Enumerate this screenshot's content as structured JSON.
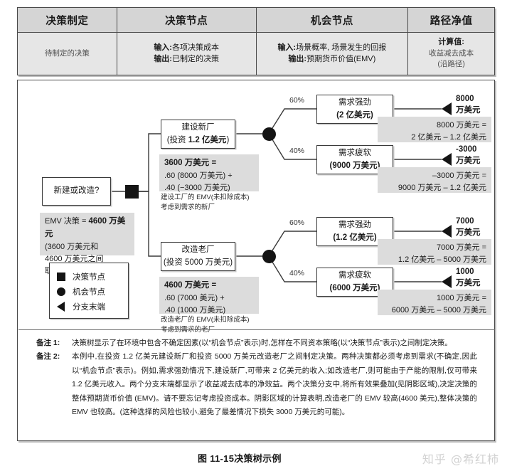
{
  "header": {
    "columns": [
      {
        "title": "决策制定",
        "lines": [
          {
            "text": "待制定的决策",
            "bold": false,
            "muted": true
          }
        ]
      },
      {
        "title": "决策节点",
        "lines": [
          {
            "text": "输入:",
            "bold": true,
            "rest": "各项决策成本"
          },
          {
            "text": "输出:",
            "bold": true,
            "rest": "已制定的决策"
          }
        ]
      },
      {
        "title": "机会节点",
        "lines": [
          {
            "text": "输入:",
            "bold": true,
            "rest": "场景概率, 场景发生的回报"
          },
          {
            "text": "输出:",
            "bold": true,
            "rest": "预期货币价值(EMV)"
          }
        ]
      },
      {
        "title": "路径净值",
        "lines": [
          {
            "text": "计算值:",
            "bold": true,
            "rest": ""
          },
          {
            "text": "收益减去成本",
            "bold": false,
            "rest": ""
          },
          {
            "text": "(沿路径)",
            "bold": false,
            "rest": ""
          }
        ]
      }
    ]
  },
  "tree": {
    "root_box": "新建或改造?",
    "decision_node_label": "decision-node-root",
    "emv_summary": {
      "line1_prefix": "EMV 决策 = ",
      "line1_value": "4600 万美元",
      "line2": "(3600 万美元和",
      "line3": "4600 万美元之间",
      "line4": "取较大者)"
    },
    "legend": {
      "items": [
        {
          "icon": "square-icon",
          "label": "决策节点"
        },
        {
          "icon": "circle-icon",
          "label": "机会节点"
        },
        {
          "icon": "triangle-icon",
          "label": "分支末端"
        }
      ]
    },
    "branches": [
      {
        "id": "build-new",
        "box_line1": "建设新厂",
        "box_line2_prefix": "(投资 ",
        "box_line2_value": "1.2 亿美元",
        "box_line2_suffix": ")",
        "calc_big": "3600 万美元 =",
        "calc_l1": ".60 (8000 万美元) +",
        "calc_l2": ".40 (−3000 万美元)",
        "note1": "建设工厂的 EMV(未扣除成本)",
        "note2": "考虑到需求的新厂",
        "outcomes": [
          {
            "prob": "60%",
            "box_line1": "需求强劲",
            "box_line2": "(2 亿美元)",
            "terminal_l1": "8000",
            "terminal_l2": "万美元",
            "net_l1": "8000 万美元 =",
            "net_l2": "2 亿美元 – 1.2 亿美元"
          },
          {
            "prob": "40%",
            "box_line1": "需求疲软",
            "box_line2": "(9000 万美元)",
            "terminal_l1": "-3000",
            "terminal_l2": "万美元",
            "net_l1": "–3000 万美元 =",
            "net_l2": "9000 万美元 – 1.2 亿美元"
          }
        ]
      },
      {
        "id": "upgrade-old",
        "box_line1": "改造老厂",
        "box_line2_prefix": "(投资 5000 万美元",
        "box_line2_value": "",
        "box_line2_suffix": ")",
        "calc_big": "4600 万美元 =",
        "calc_l1": ".60 (7000 美元) +",
        "calc_l2": ".40 (1000 万美元)",
        "note1": "改造老厂的 EMV(未扣除成本)",
        "note2": "考虑到需求的老厂",
        "outcomes": [
          {
            "prob": "60%",
            "box_line1": "需求强劲",
            "box_line2": "(1.2 亿美元)",
            "terminal_l1": "7000",
            "terminal_l2": "万美元",
            "net_l1": "7000 万美元 =",
            "net_l2": "1.2 亿美元 – 5000 万美元"
          },
          {
            "prob": "40%",
            "box_line1": "需求疲软",
            "box_line2": "(6000 万美元)",
            "terminal_l1": "1000",
            "terminal_l2": "万美元",
            "net_l1": "1000 万美元 =",
            "net_l2": "6000 万美元 – 5000 万美元"
          }
        ]
      }
    ]
  },
  "notes": [
    {
      "label": "备注 1:",
      "text": "决策树显示了在环境中包含不确定因素(以“机会节点”表示)时,怎样在不同资本策略(以“决策节点”表示)之间制定决策。"
    },
    {
      "label": "备注 2:",
      "text": "本例中,在投资 1.2 亿美元建设新厂和投资 5000 万美元改造老厂之间制定决策。两种决策都必须考虑到需求(不确定,因此以“机会节点”表示)。例如,需求强劲情况下,建设新厂,可带来 2 亿美元的收入;如改造老厂,则可能由于产能的限制,仅可带来 1.2 亿美元收入。两个分支末端都显示了收益减去成本的净效益。两个决策分支中,将所有效果叠加(见阴影区域),决定决策的整体预期货币价值 (EMV)。请不要忘记考虑投资成本。阴影区域的计算表明,改造老厂的 EMV 较高(4600 美元),整体决策的 EMV 也较高。(这种选择的风险也较小,避免了最差情况下损失 3000 万美元的可能)。"
    }
  ],
  "caption": "图 11-15决策树示例",
  "watermark": "知乎 @希红柿"
}
